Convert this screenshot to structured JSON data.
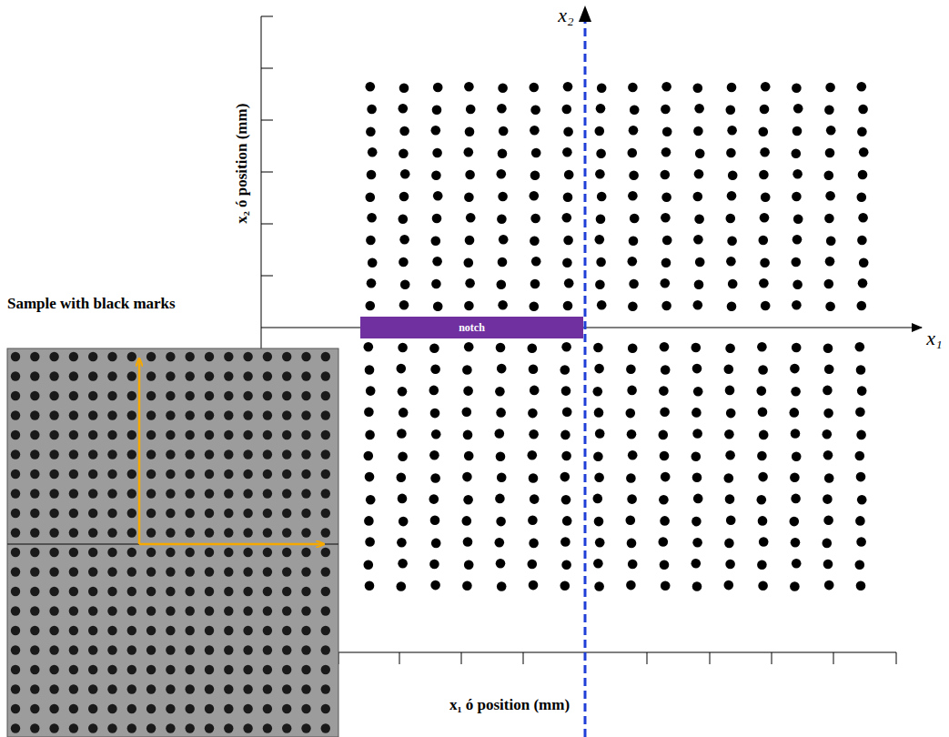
{
  "diagram": {
    "nodes": [
      {
        "text": [
          "notch"
        ]
      }
    ],
    "labels": [
      "x₂",
      "x₁",
      "x₂ ó position (mm)",
      "x₁ ó position (mm)",
      "Sample with black marks"
    ]
  }
}
